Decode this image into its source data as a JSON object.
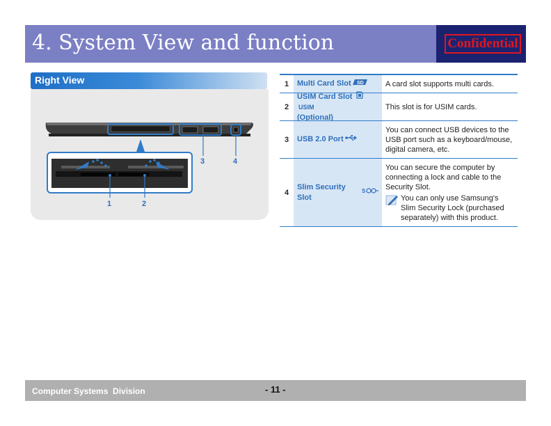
{
  "header": {
    "title": "4. System View and function",
    "confidential": "Confidential"
  },
  "section": {
    "title": "Right View"
  },
  "illustration": {
    "callouts": [
      "1",
      "2",
      "3",
      "4"
    ]
  },
  "table": {
    "rows": [
      {
        "num": "1",
        "name": "Multi Card Slot",
        "icon": "sd-card-icon",
        "desc": "A card slot supports multi cards."
      },
      {
        "num": "2",
        "name": "USIM Card Slot",
        "name_tag": "USIM",
        "name_sub": "(Optional)",
        "icon": "usim-card-icon",
        "desc": "This slot is for USIM cards."
      },
      {
        "num": "3",
        "name": "USB 2.0 Port",
        "icon": "usb-icon",
        "desc": "You can connect USB devices to the USB port such as a keyboard/mouse, digital camera, etc."
      },
      {
        "num": "4",
        "name": "Slim Security Slot",
        "icon": "security-lock-icon",
        "desc": "You can secure the computer by connecting a lock and cable to the Security Slot.",
        "note": "You can only use Samsung's Slim Security Lock (purchased separately) with this product."
      }
    ]
  },
  "footer": {
    "division": "Computer Systems  Division",
    "page": "- 11 -"
  },
  "colors": {
    "header_bg": "#7b7fc4",
    "confidential_bg": "#1b2370",
    "confidential_text": "#e0161e",
    "accent_blue": "#2f7bc8",
    "name_cell_bg": "#d7e6f5",
    "footer_bg": "#b0b0b0"
  }
}
